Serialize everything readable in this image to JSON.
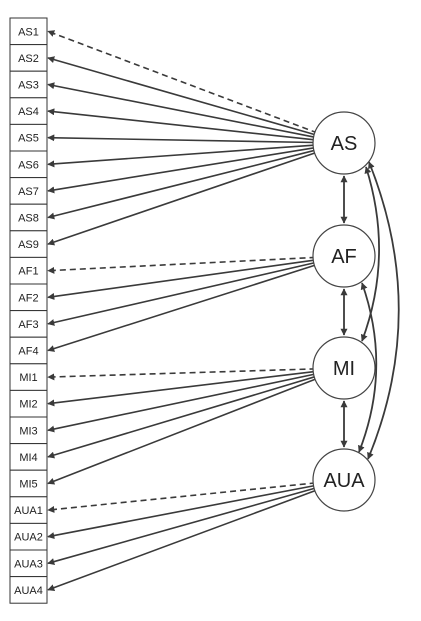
{
  "indicators": [
    "AS1",
    "AS2",
    "AS3",
    "AS4",
    "AS5",
    "AS6",
    "AS7",
    "AS8",
    "AS9",
    "AF1",
    "AF2",
    "AF3",
    "AF4",
    "MI1",
    "MI2",
    "MI3",
    "MI4",
    "MI5",
    "AUA1",
    "AUA2",
    "AUA3",
    "AUA4"
  ],
  "latents": [
    {
      "id": "AS",
      "label": "AS",
      "indicators": [
        "AS1",
        "AS2",
        "AS3",
        "AS4",
        "AS5",
        "AS6",
        "AS7",
        "AS8",
        "AS9"
      ],
      "fixed": "AS1"
    },
    {
      "id": "AF",
      "label": "AF",
      "indicators": [
        "AF1",
        "AF2",
        "AF3",
        "AF4"
      ],
      "fixed": "AF1"
    },
    {
      "id": "MI",
      "label": "MI",
      "indicators": [
        "MI1",
        "MI2",
        "MI3",
        "MI4",
        "MI5"
      ],
      "fixed": "MI1"
    },
    {
      "id": "AUA",
      "label": "AUA",
      "indicators": [
        "AUA1",
        "AUA2",
        "AUA3",
        "AUA4"
      ],
      "fixed": "AUA1"
    }
  ],
  "covariances": [
    [
      "AS",
      "AF"
    ],
    [
      "AF",
      "MI"
    ],
    [
      "MI",
      "AUA"
    ],
    [
      "AS",
      "MI"
    ],
    [
      "AF",
      "AUA"
    ],
    [
      "AS",
      "AUA"
    ]
  ],
  "colors": {
    "line": "#3a3a3a",
    "box_border": "#333333",
    "circle_border": "#444444"
  }
}
